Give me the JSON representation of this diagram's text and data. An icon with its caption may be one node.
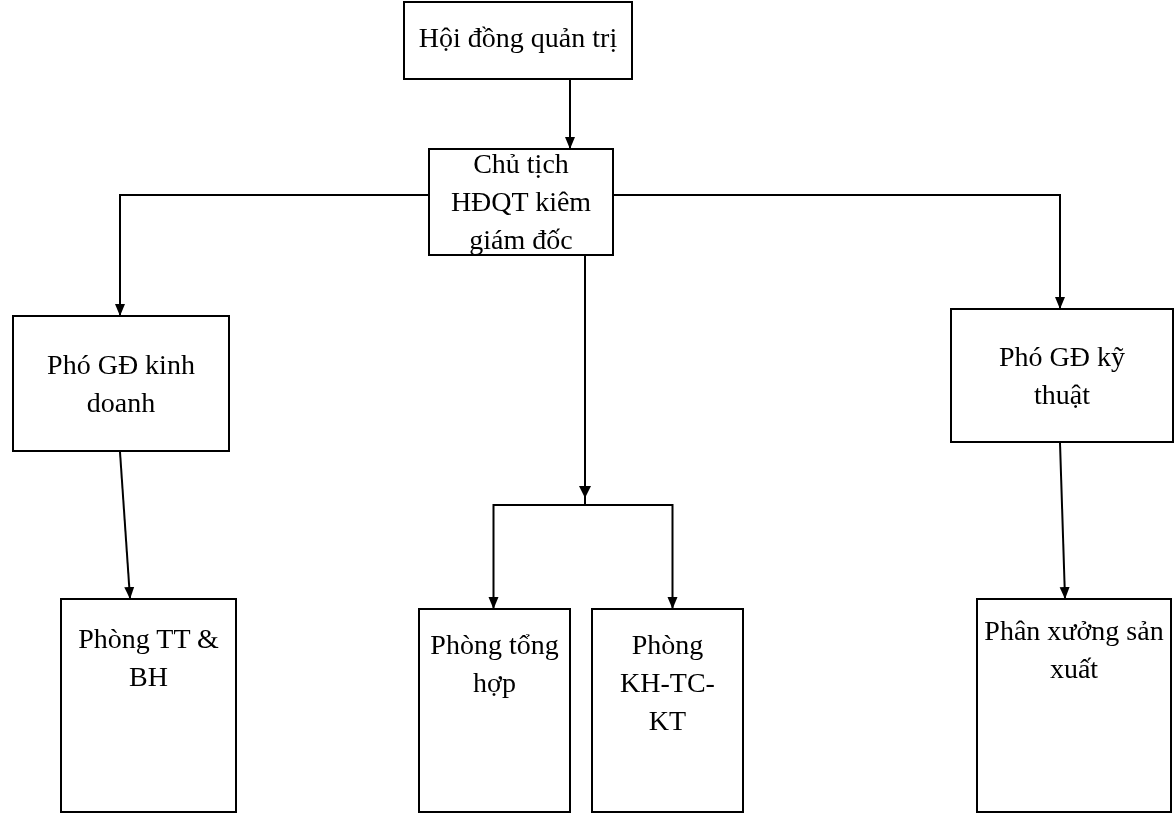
{
  "diagram": {
    "nodes": [
      {
        "text": [
          "Hội đồng quản trị"
        ]
      },
      {
        "text": [
          "Chủ tịch HĐQT kiêm giám đốc"
        ]
      },
      {
        "text": [
          "Phó GĐ kinh doanh"
        ]
      },
      {
        "text": [
          "Phó GĐ kỹ thuật"
        ]
      },
      {
        "text": [
          "Phòng TT & BH"
        ]
      },
      {
        "text": [
          "Phòng tổng hợp"
        ]
      },
      {
        "text": [
          "Phòng KH-TC-KT"
        ]
      },
      {
        "text": [
          "Phân xưởng sản xuất"
        ]
      }
    ],
    "edges": [
      {
        "from": 0,
        "to": 1,
        "arrow": "to"
      },
      {
        "from": 1,
        "to": 2,
        "arrow": "to"
      },
      {
        "from": 1,
        "to": 3,
        "arrow": "to"
      },
      {
        "from": 1,
        "to": 5,
        "arrow": "to"
      },
      {
        "from": 1,
        "to": 6,
        "arrow": "to"
      },
      {
        "from": 2,
        "to": 4,
        "arrow": "to"
      },
      {
        "from": 3,
        "to": 7,
        "arrow": "to"
      }
    ]
  }
}
